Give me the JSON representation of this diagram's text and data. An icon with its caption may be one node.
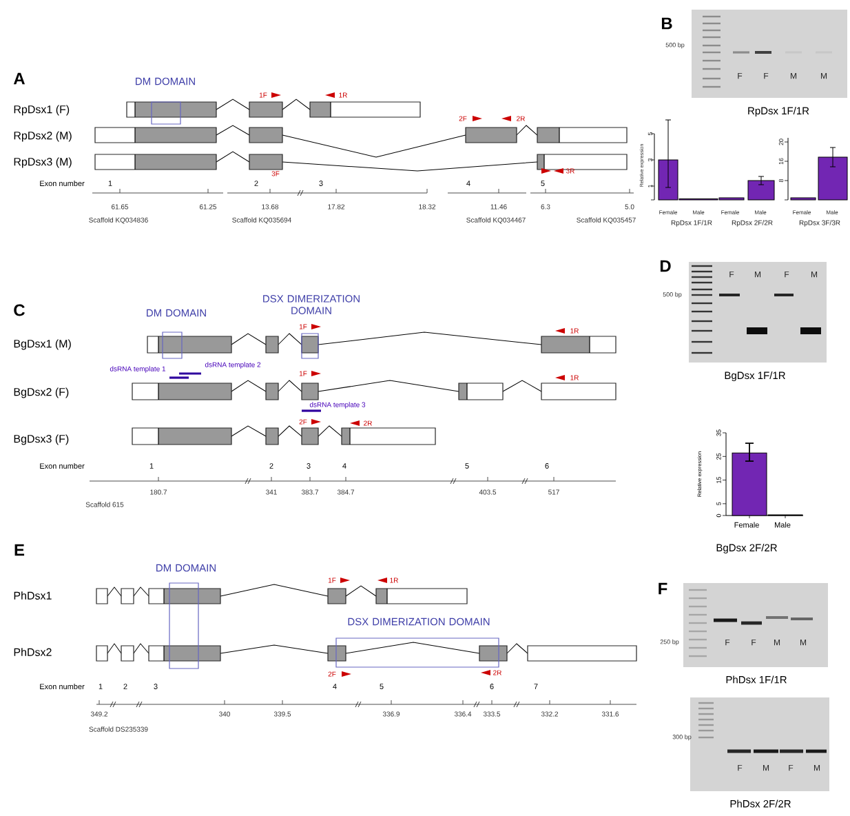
{
  "diagram": {
    "nodes": [
      {
        "text": [
          "DM DOMAIN"
        ]
      },
      {
        "text": [
          "DM DOMAIN"
        ]
      },
      {
        "text": [
          "DSX DIMERIZATION DOMAIN"
        ]
      },
      {
        "text": [
          "DM DOMAIN"
        ]
      },
      {
        "text": [
          "DSX DIMERIZATION DOMAIN"
        ]
      }
    ],
    "labels": [
      "A",
      "RpDsx1 (F)",
      "1F",
      "1R",
      "RpDsx2 (M)",
      "2F",
      "2R",
      "RpDsx3 (M)",
      "3F",
      "3R",
      "Exon number",
      "1",
      "2",
      "3",
      "4",
      "5",
      "61.65",
      "61.25",
      "13.68",
      "17.82",
      "18.32",
      "11.46",
      "6.3",
      "5.0",
      "Scaffold KQ034836",
      "Scaffold KQ035694",
      "Scaffold KQ034467",
      "Scaffold KQ035457",
      "B",
      "500 bp",
      "F",
      "F",
      "M",
      "M",
      "RpDsx 1F/1R",
      "Relative expression",
      "5",
      "3",
      "1",
      "Female",
      "Male",
      "Female",
      "Male",
      "RpDsx 1F/1R",
      "RpDsx 2F/2R",
      "20",
      "16",
      "8",
      "Female",
      "Male",
      "RpDsx 3F/3R",
      "C",
      "BgDsx1 (M)",
      "1F",
      "1R",
      "dsRNA template 1",
      "dsRNA template 2",
      "BgDsx2 (F)",
      "1F",
      "1R",
      "dsRNA template 3",
      "BgDsx3 (F)",
      "2F",
      "2R",
      "Exon number",
      "1",
      "2",
      "3",
      "4",
      "5",
      "6",
      "180.7",
      "341",
      "383.7",
      "384.7",
      "403.5",
      "517",
      "Scaffold 615",
      "D",
      "F",
      "M",
      "F",
      "M",
      "500 bp",
      "BgDsx 1F/1R",
      "E",
      "PhDsx1",
      "1F",
      "1R",
      "PhDsx2",
      "2F",
      "2R",
      "Exon number",
      "1",
      "2",
      "3",
      "4",
      "5",
      "6",
      "7",
      "349.2",
      "340",
      "339.5",
      "336.9",
      "336.4",
      "333.5",
      "332.2",
      "331.6",
      "Scaffold DS235339",
      "F",
      "250 bp",
      "F",
      "F",
      "M",
      "M",
      "PhDsx 1F/1R",
      "300 bp",
      "F",
      "M",
      "F",
      "M",
      "PhDsx 2F/2R"
    ],
    "chart_data": {
      "type": "bar",
      "xlabel": "BgDsx 2F/2R",
      "ylabel": "Relative expression",
      "categories": [
        "Female",
        "Male"
      ],
      "values": [
        26.5,
        0.3
      ],
      "ylim": [
        0,
        35
      ],
      "yticks": [
        0,
        5,
        15,
        25,
        35
      ]
    }
  }
}
